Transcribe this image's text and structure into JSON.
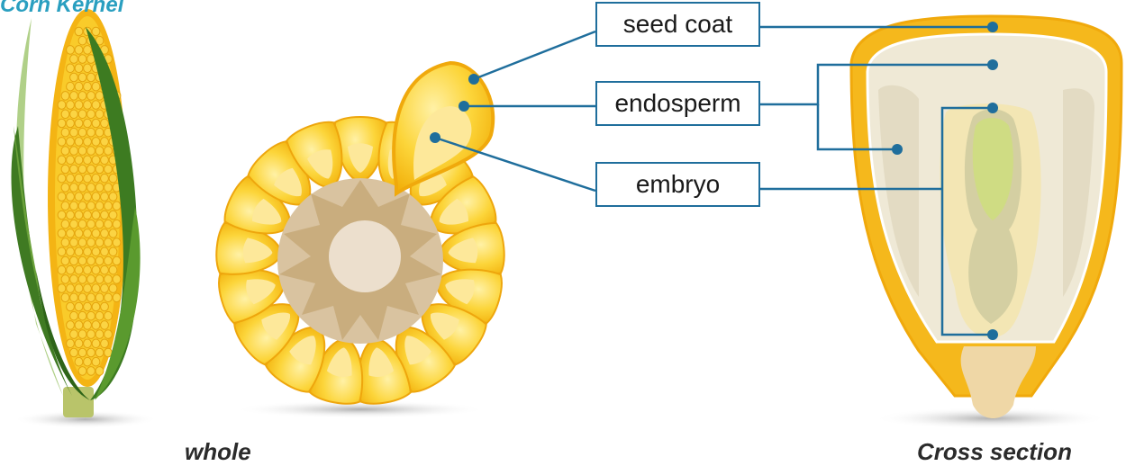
{
  "title": "Corn Kernel",
  "captions": {
    "whole": "whole",
    "cross_section": "Cross section"
  },
  "labels": {
    "seed_coat": "seed coat",
    "endosperm": "endosperm",
    "embryo": "embryo"
  },
  "colors": {
    "leader": "#1f6e9c",
    "kernel_yellow": "#f7c21a",
    "kernel_light": "#fde58a",
    "husk_green": "#4e8a2a",
    "cob_tan": "#d9c3a0",
    "endosperm_fill": "#efead8",
    "embryo_green": "#d6dc9a",
    "title": "#2a9fc0"
  }
}
